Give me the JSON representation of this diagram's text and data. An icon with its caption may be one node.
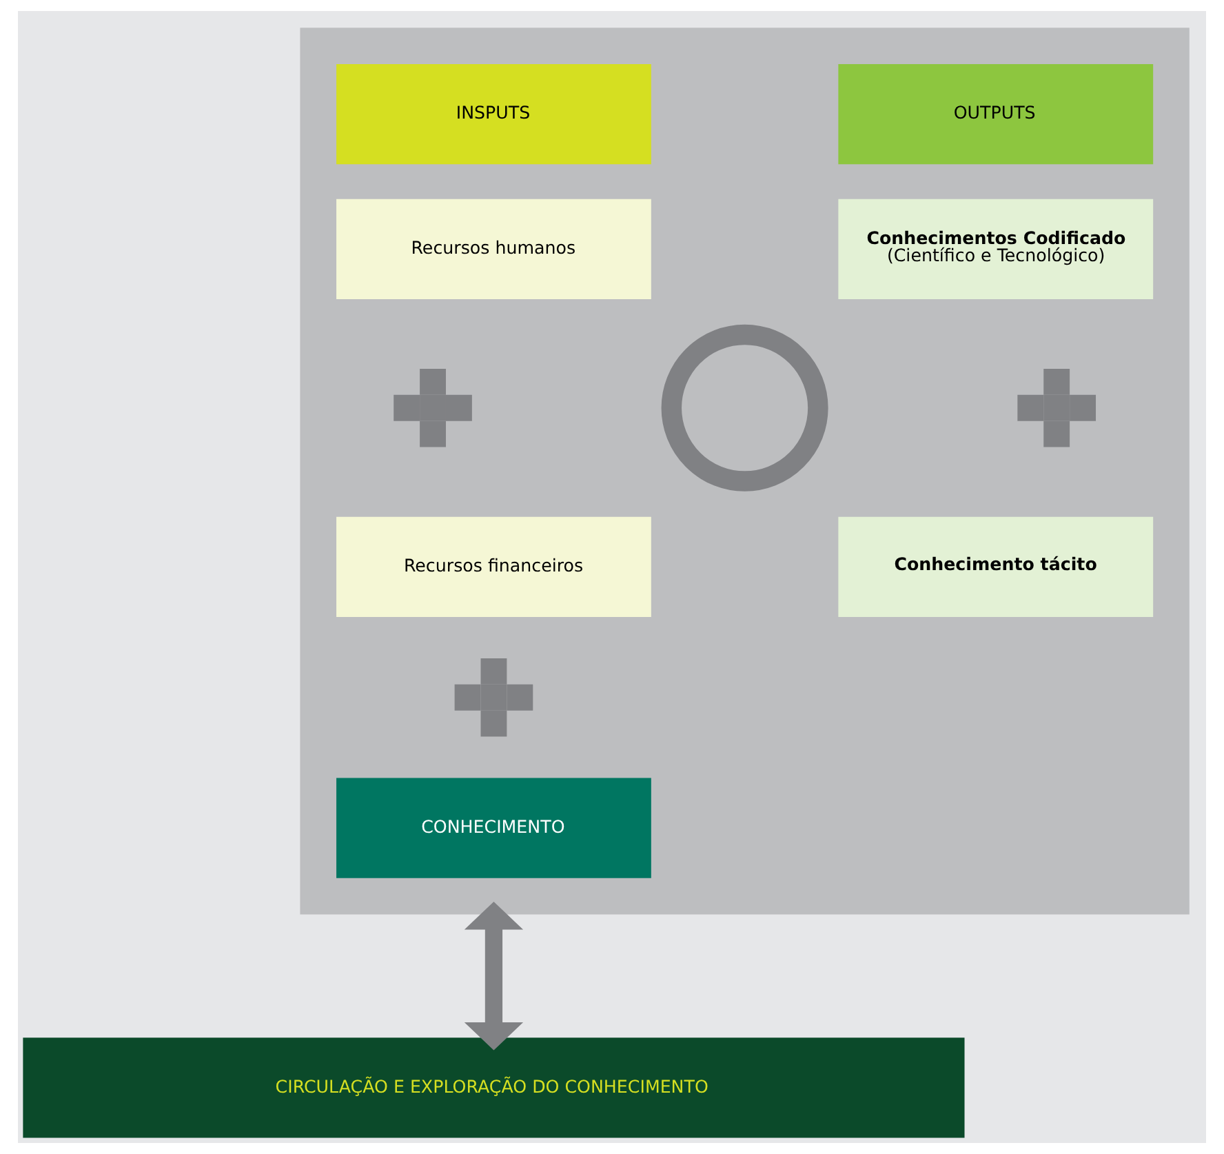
{
  "diagram": {
    "nodes": [
      {
        "text": [],
        "shape": "box"
      },
      {
        "text": [
          "INSPUTS"
        ],
        "in": 0
      },
      {
        "text": [
          "OUTPUTS"
        ],
        "in": 0
      },
      {
        "text": [
          "Recursos humanos"
        ],
        "in": 0
      },
      {
        "text": [
          "Conhecimentos Codificado",
          "(Científico e Tecnológico)"
        ],
        "in": 0
      },
      {
        "text": [],
        "shape": "cross",
        "in": 0
      },
      {
        "text": [],
        "shape": "circle",
        "in": 0
      },
      {
        "text": [],
        "shape": "cross",
        "in": 0
      },
      {
        "text": [
          "Recursos financeiros"
        ],
        "in": 0
      },
      {
        "text": [
          "Conhecimento tácito"
        ],
        "in": 0
      },
      {
        "text": [],
        "shape": "cross",
        "in": 0
      },
      {
        "text": [
          "CONHECIMENTO"
        ],
        "in": 0
      },
      {
        "text": [
          "CIRCULAÇÃO E EXPLORAÇÃO DO CONHECIMENTO"
        ]
      }
    ],
    "edges": [
      {
        "from": 0,
        "to": 12,
        "arrow": "both"
      }
    ]
  }
}
